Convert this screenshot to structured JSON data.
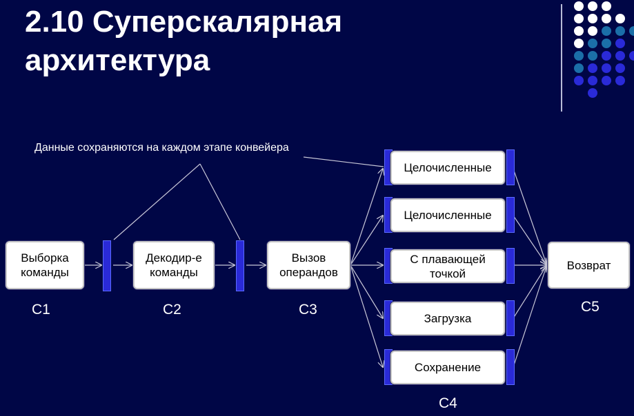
{
  "slide": {
    "title_line1": "2.10 Суперскалярная",
    "title_line2": "архитектура",
    "note": "Данные сохраняются на каждом этапе конвейера"
  },
  "stages": {
    "fetch": {
      "line1": "Выборка",
      "line2": "команды",
      "label": "C1"
    },
    "decode": {
      "line1": "Декодир-е",
      "line2": "команды",
      "label": "C2"
    },
    "operands": {
      "line1": "Вызов",
      "line2": "операндов",
      "label": "C3"
    },
    "exec_label": "C4",
    "exec_units": [
      {
        "line1": "Целочисленные",
        "line2": ""
      },
      {
        "line1": "Целочисленные",
        "line2": ""
      },
      {
        "line1": "С плавающей",
        "line2": "точкой"
      },
      {
        "line1": "Загрузка",
        "line2": ""
      },
      {
        "line1": "Сохранение",
        "line2": ""
      }
    ],
    "writeback": {
      "line1": "Возврат",
      "line2": "",
      "label": "C5"
    }
  },
  "colors": {
    "background": "#000646",
    "latch": "#2a2ad8",
    "arrow": "#c8c8d8"
  }
}
